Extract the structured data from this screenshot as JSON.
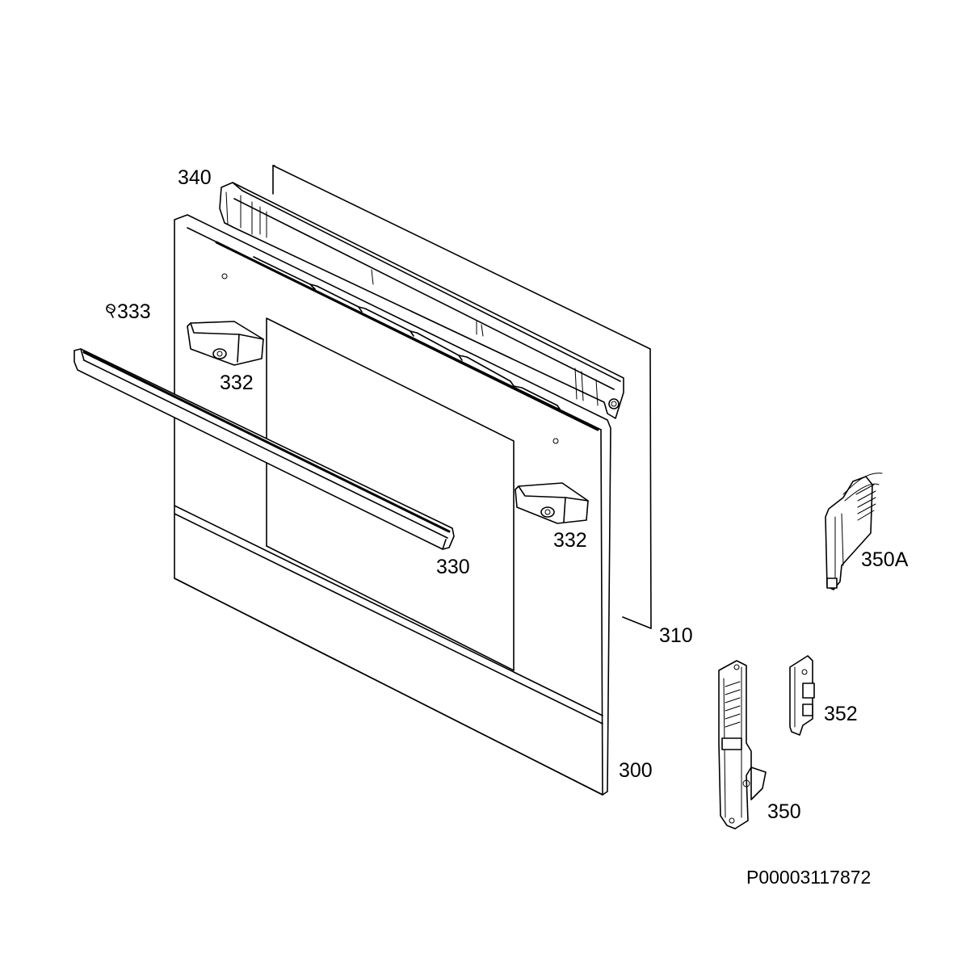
{
  "diagram": {
    "labels": {
      "p340": "340",
      "p333": "333",
      "p332a": "332",
      "p332b": "332",
      "p330": "330",
      "p310": "310",
      "p300": "300",
      "p350a": "350A",
      "p352": "352",
      "p350": "350"
    },
    "document_id": "P00003117872"
  }
}
